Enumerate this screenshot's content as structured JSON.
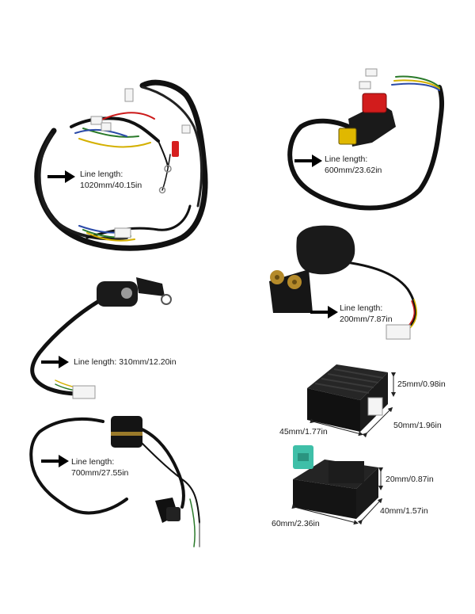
{
  "products": {
    "wiring_harness": {
      "line1": "Line length:",
      "line2": "1020mm/40.15in"
    },
    "kill_switch": {
      "line1": "Line length:",
      "line2": "600mm/23.62in"
    },
    "starter_relay": {
      "line1": "Line length:",
      "line2": "200mm/7.87in"
    },
    "ignition_switch": {
      "text": "Line length:  310mm/12.20in"
    },
    "ignition_coil": {
      "line1": "Line length:",
      "line2": "700mm/27.55in"
    },
    "regulator": {
      "width": "45mm/1.77in",
      "height": "25mm/0.98in",
      "depth": "50mm/1.96in"
    },
    "cdi_box": {
      "width": "60mm/2.36in",
      "height": "20mm/0.87in",
      "depth": "40mm/1.57in"
    }
  }
}
